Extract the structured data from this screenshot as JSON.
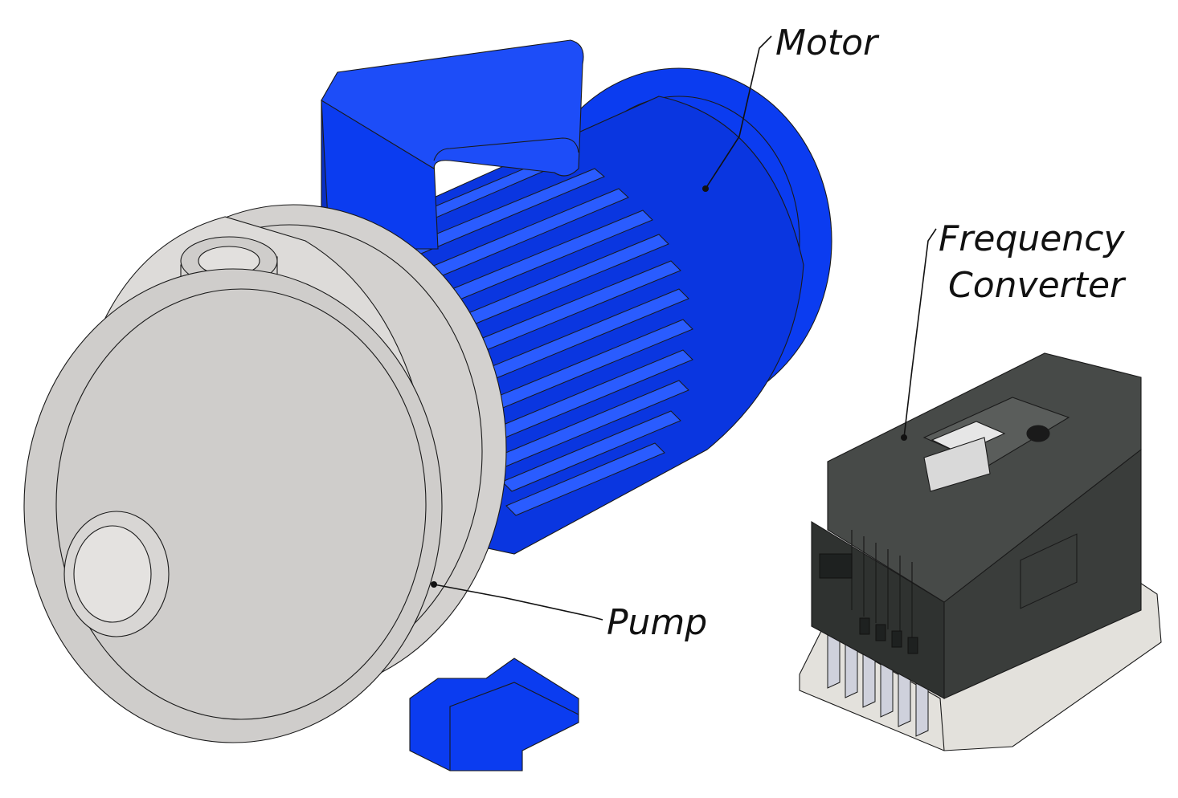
{
  "labels": {
    "motor": "Motor",
    "frequency_line1": "Frequency",
    "frequency_line2": "Converter",
    "pump": "Pump"
  },
  "colors": {
    "motor_blue": "#0b3cf0",
    "motor_blue_dark": "#0a2fc2",
    "motor_blue_light": "#2a5cff",
    "pump_gray": "#cfcdcb",
    "pump_gray_light": "#dddbd9",
    "converter_dark": "#3a3d3b",
    "converter_darker": "#2b2e2c",
    "converter_top": "#474a48",
    "bracket_light": "#e3e1dc",
    "ink": "#111111"
  }
}
